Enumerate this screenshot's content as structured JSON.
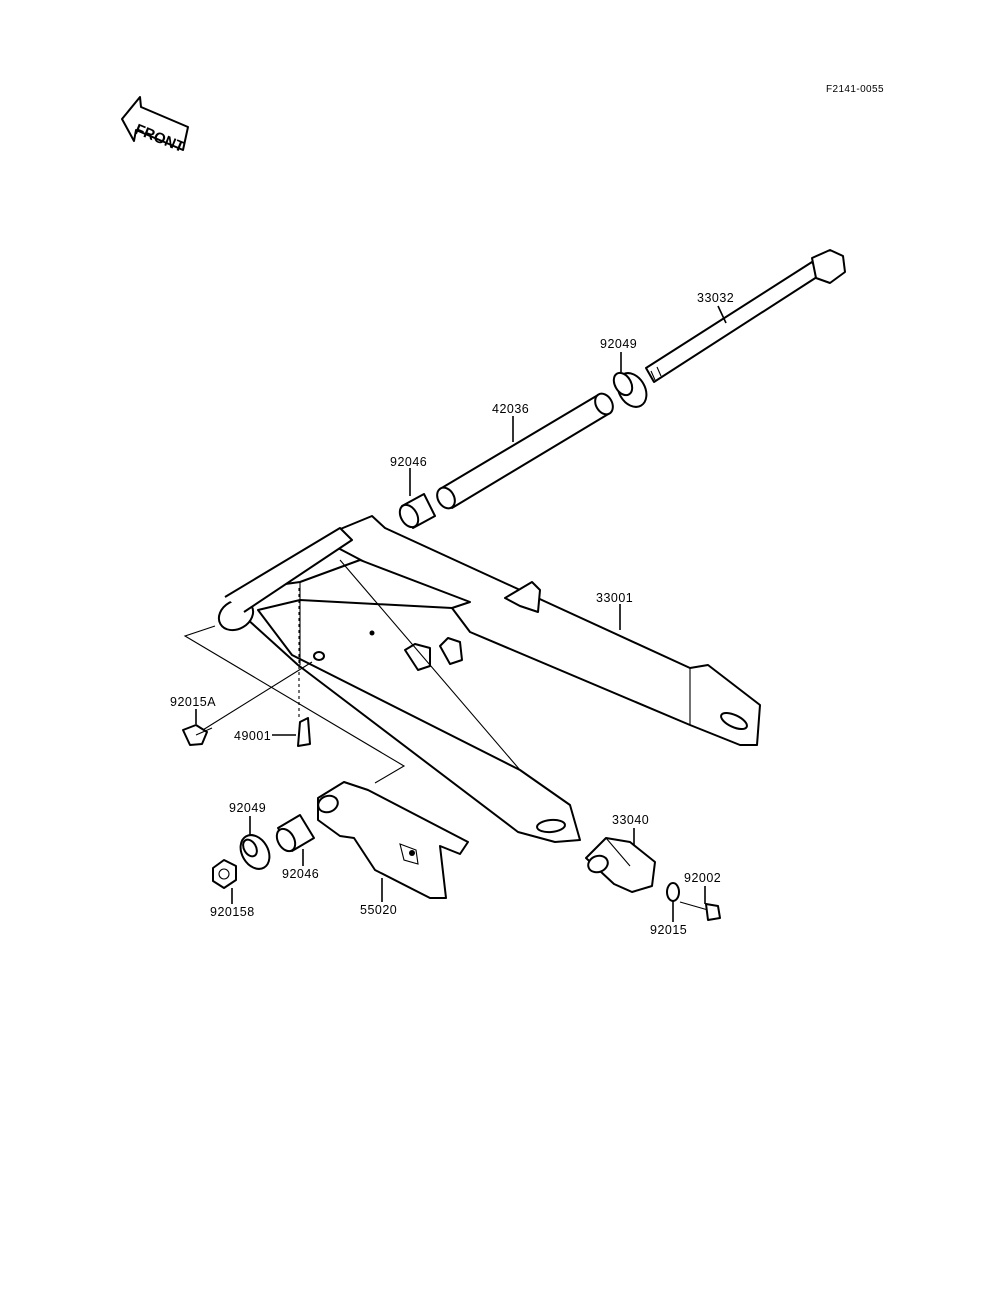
{
  "diagram": {
    "ref_code": "F2141-0055",
    "front_label": "FRONT",
    "callouts": {
      "p33032": "33032",
      "p92049_top": "92049",
      "p42036": "42036",
      "p92046_top": "92046",
      "p33001": "33001",
      "p92015A": "92015A",
      "p49001": "49001",
      "p92049_low": "92049",
      "p92046_low": "92046",
      "p920158": "920158",
      "p55020": "55020",
      "p33040": "33040",
      "p92002": "92002",
      "p92015": "92015"
    }
  }
}
